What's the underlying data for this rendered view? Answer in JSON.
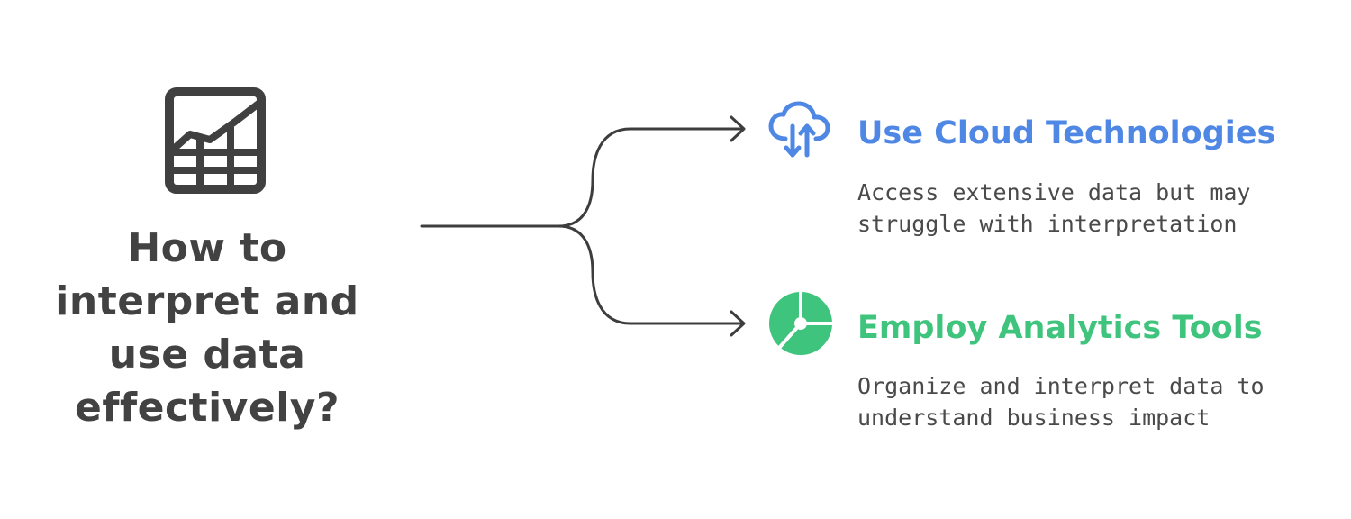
{
  "root": {
    "icon": "chart-grid-icon",
    "question": "How to interpret and use data effectively?"
  },
  "colors": {
    "text_dark": "#424242",
    "connector": "#3d3d3d",
    "cloud_blue": "#4f87e4",
    "analytics_green": "#3ec47c"
  },
  "options": [
    {
      "icon": "cloud-sync-icon",
      "title": "Use Cloud Technologies",
      "description": "Access extensive data but may struggle with interpretation"
    },
    {
      "icon": "pie-chart-icon",
      "title": "Employ Analytics Tools",
      "description": "Organize and interpret data to understand business impact"
    }
  ]
}
